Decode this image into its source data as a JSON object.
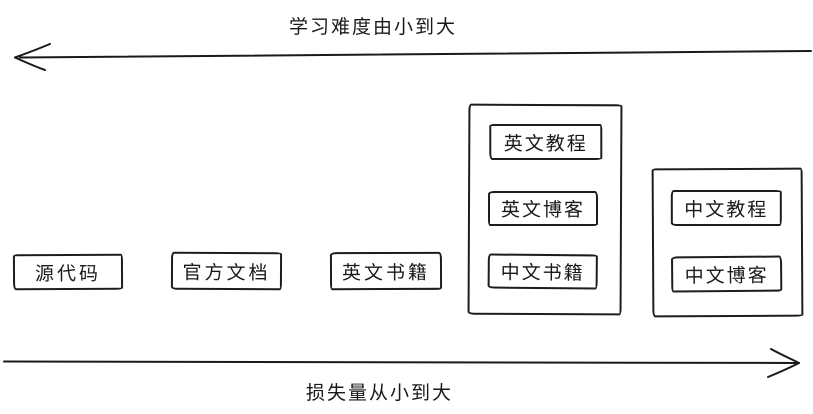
{
  "diagram": {
    "top_axis": {
      "label": "学习难度由小到大",
      "direction": "left"
    },
    "bottom_axis": {
      "label": "损失量从小到大",
      "direction": "right"
    },
    "boxes": [
      {
        "label": "源代码"
      },
      {
        "label": "官方文档"
      },
      {
        "label": "英文书籍"
      }
    ],
    "groups": [
      {
        "name": "english-chinese-mixed-group",
        "items": [
          {
            "label": "英文教程"
          },
          {
            "label": "英文博客"
          },
          {
            "label": "中文书籍"
          }
        ]
      },
      {
        "name": "chinese-group",
        "items": [
          {
            "label": "中文教程"
          },
          {
            "label": "中文博客"
          }
        ]
      }
    ],
    "colors": {
      "stroke": "#1a1a1a",
      "background": "#ffffff"
    }
  }
}
